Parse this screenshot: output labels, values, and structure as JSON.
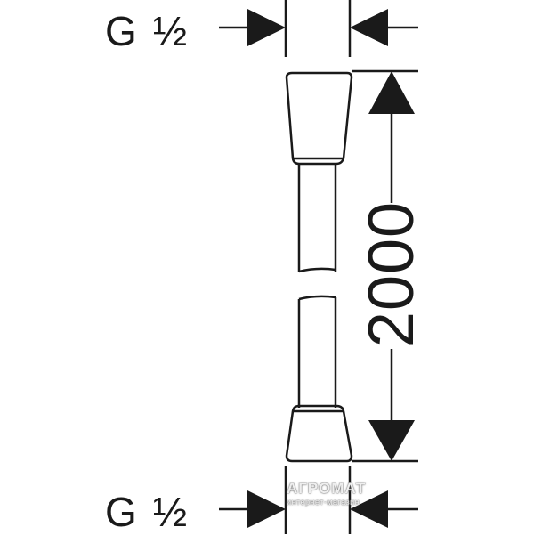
{
  "top_thread": {
    "letter": "G",
    "size": "½"
  },
  "bottom_thread": {
    "letter": "G",
    "size": "½"
  },
  "length_dimension": "2000",
  "watermark": {
    "brand": "АГРОМАТ",
    "tagline": "интернет-магазин"
  },
  "colors": {
    "line": "#1a1a1a",
    "background": "#ffffff"
  }
}
